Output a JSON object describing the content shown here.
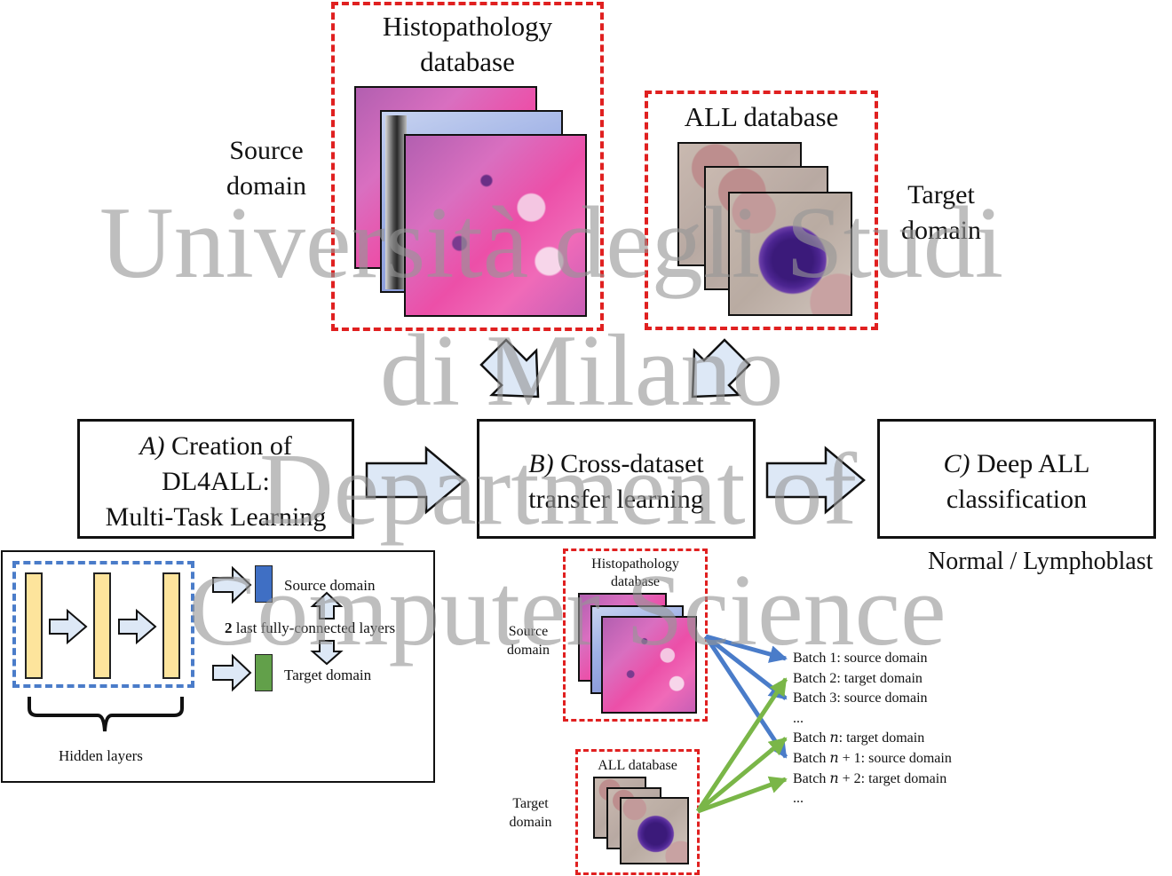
{
  "top": {
    "histo_title_line1": "Histopathology",
    "histo_title_line2": "database",
    "all_title": "ALL database",
    "source_line1": "Source",
    "source_line2": "domain",
    "target_line1": "Target",
    "target_line2": "domain"
  },
  "steps": {
    "a_prefix": "A)",
    "a_line1": " Creation of",
    "a_line2": "DL4ALL:",
    "a_line3": "Multi-Task Learning",
    "b_prefix": "B)",
    "b_line1": " Cross-dataset",
    "b_line2": "transfer learning",
    "c_prefix": "C)",
    "c_line1": " Deep ALL",
    "c_line2": "classification",
    "c_output": "Normal / Lymphoblast"
  },
  "mtl": {
    "source_domain": "Source domain",
    "target_domain": "Target domain",
    "fc_number": "2",
    "fc_label": " last fully-connected layers",
    "hidden_layers": "Hidden layers"
  },
  "batch": {
    "histo_line1": "Histopathology",
    "histo_line2": "database",
    "all_title": "ALL database",
    "source_line1": "Source",
    "source_line2": "domain",
    "target_line1": "Target",
    "target_line2": "domain",
    "items": [
      "Batch 1: source domain",
      "Batch 2: target domain",
      "Batch 3: source domain",
      "...",
      "Batch 𝑛:  target domain",
      "Batch 𝑛 + 1: source domain",
      "Batch 𝑛 + 2: target domain",
      "..."
    ]
  },
  "watermark": {
    "line1": "Università degli Studi",
    "line2": "di Milano",
    "line3": "Department of",
    "line4": "Computer Science"
  },
  "colors": {
    "dashed_red": "#e02020",
    "dashed_blue": "#4a7cc9",
    "arrow_fill": "#dde8f6",
    "layer_fill": "#fde49c",
    "source_block": "#3f6fc4",
    "target_block": "#62a04a",
    "blue_arrows": "#4a7cc9",
    "green_arrows": "#7ab648"
  }
}
